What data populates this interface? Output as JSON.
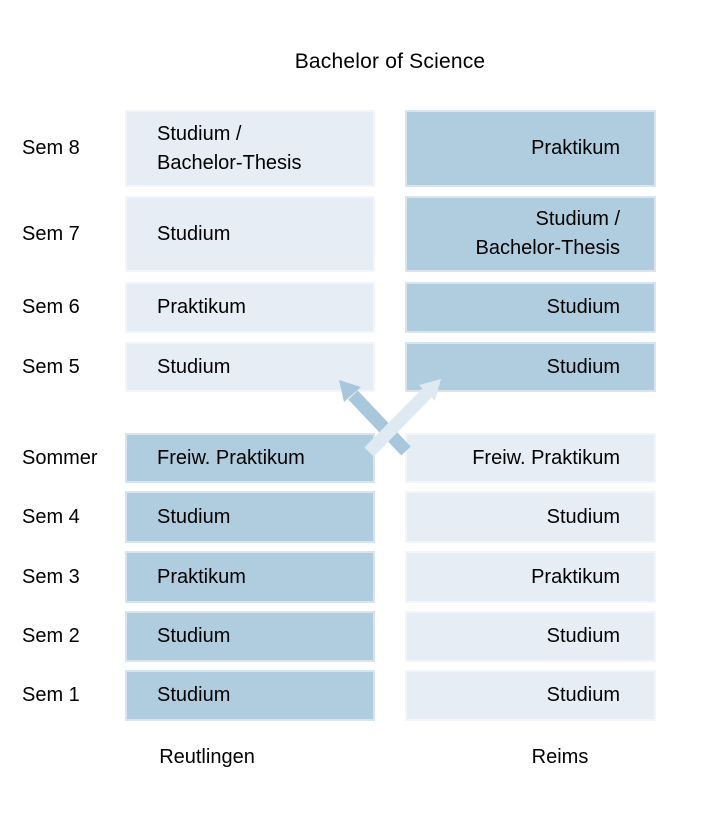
{
  "title": "Bachelor of Science",
  "palette": {
    "dark_box": "#b0cde0",
    "light_box": "#e6edf4",
    "dark_arrow": "#a8c6dc",
    "light_arrow": "#dfe9f2",
    "text": "#000000",
    "background": "#ffffff"
  },
  "rows": [
    {
      "label": "Sem 8",
      "left": "Studium /\nBachelor-Thesis",
      "right": "Praktikum"
    },
    {
      "label": "Sem 7",
      "left": "Studium",
      "right": "Studium /\nBachelor-Thesis"
    },
    {
      "label": "Sem 6",
      "left": "Praktikum",
      "right": "Studium"
    },
    {
      "label": "Sem 5",
      "left": "Studium",
      "right": "Studium"
    },
    {
      "label": "Sommer",
      "left": "Freiw. Praktikum",
      "right": "Freiw. Praktikum"
    },
    {
      "label": "Sem 4",
      "left": "Studium",
      "right": "Studium"
    },
    {
      "label": "Sem 3",
      "left": "Praktikum",
      "right": "Praktikum"
    },
    {
      "label": "Sem 2",
      "left": "Studium",
      "right": "Studium"
    },
    {
      "label": "Sem 1",
      "left": "Studium",
      "right": "Studium"
    }
  ],
  "footer": {
    "left_location": "Reutlingen",
    "right_location": "Reims"
  },
  "icons": {
    "exchange_arrows": "crossed-swap-arrows"
  }
}
